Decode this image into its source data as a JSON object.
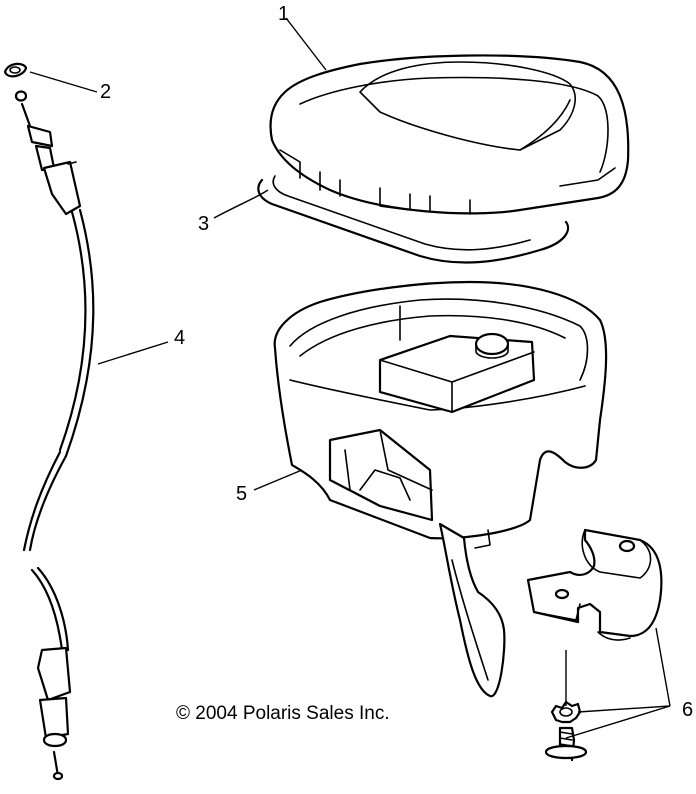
{
  "callouts": [
    {
      "number": "1"
    },
    {
      "number": "2"
    },
    {
      "number": "3"
    },
    {
      "number": "4"
    },
    {
      "number": "5"
    },
    {
      "number": "6"
    }
  ],
  "copyright": "© 2004 Polaris Sales Inc."
}
